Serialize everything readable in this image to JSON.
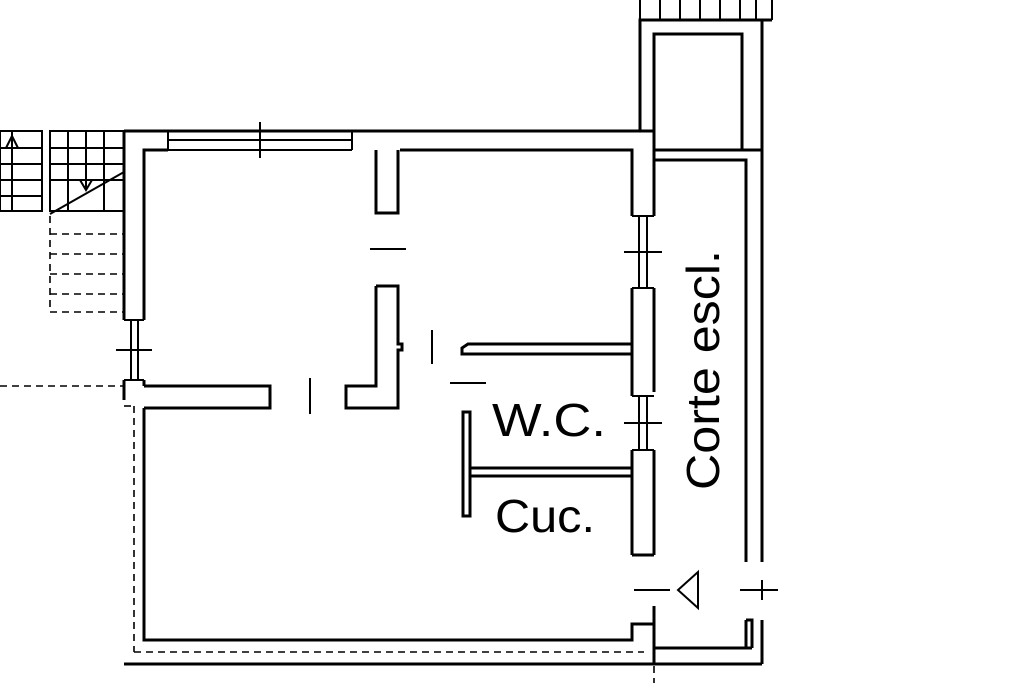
{
  "plan": {
    "rooms": {
      "wc": "W.C.",
      "kitchen": "Cuc.",
      "court": "Corte escl."
    },
    "colors": {
      "line": "#000000",
      "background": "#ffffff"
    }
  }
}
